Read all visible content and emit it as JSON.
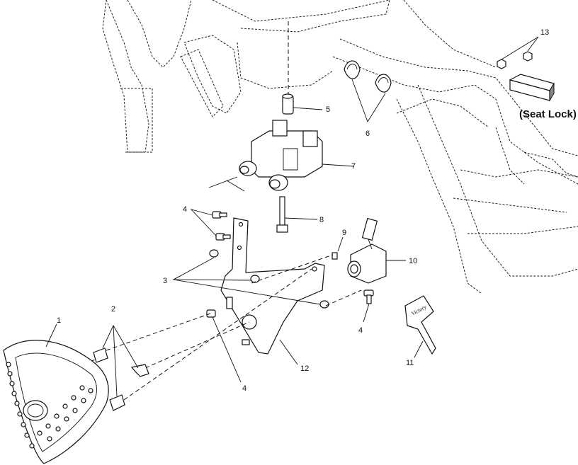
{
  "callouts": {
    "c1": "1",
    "c2": "2",
    "c3": "3",
    "c4a": "4",
    "c4b": "4",
    "c4c": "4",
    "c5": "5",
    "c6": "6",
    "c7": "7",
    "c8": "8",
    "c9": "9",
    "c10": "10",
    "c11": "11",
    "c12": "12",
    "c13": "13"
  },
  "seat_lock_label": "(Seat Lock)",
  "key_brand": "Victory"
}
